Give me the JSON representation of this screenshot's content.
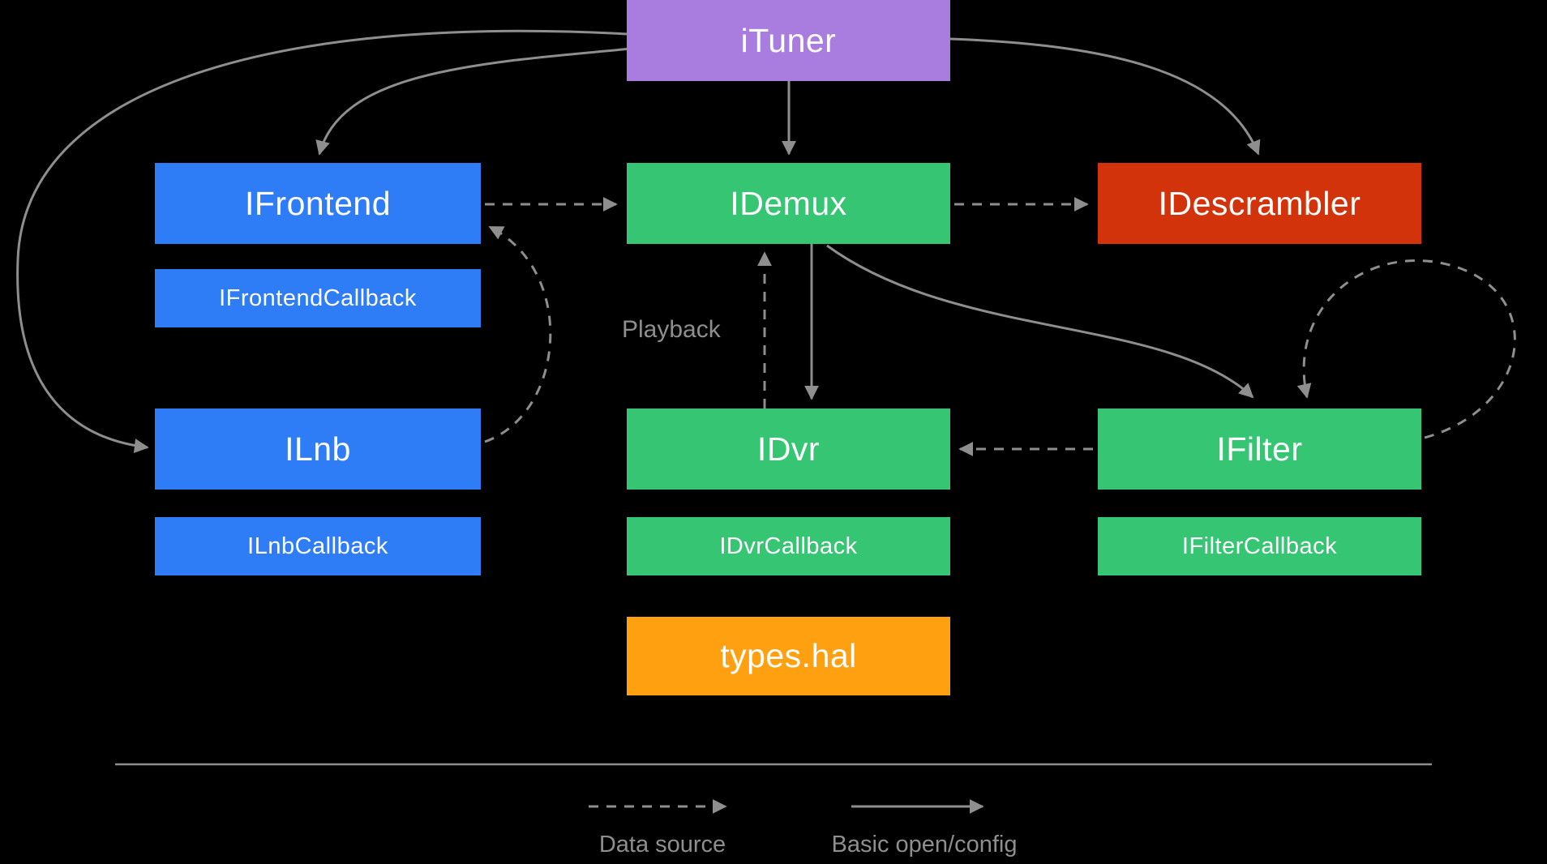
{
  "diagram": {
    "nodes": {
      "ituner": {
        "label": "iTuner",
        "color": "#a97ce0"
      },
      "ifrontend": {
        "label": "IFrontend",
        "color": "#2e7cf6"
      },
      "ifrontend_callback": {
        "label": "IFrontendCallback",
        "color": "#2e7cf6"
      },
      "ilnb": {
        "label": "ILnb",
        "color": "#2e7cf6"
      },
      "ilnb_callback": {
        "label": "ILnbCallback",
        "color": "#2e7cf6"
      },
      "idemux": {
        "label": "IDemux",
        "color": "#35c573"
      },
      "idvr": {
        "label": "IDvr",
        "color": "#35c573"
      },
      "idvr_callback": {
        "label": "IDvrCallback",
        "color": "#35c573"
      },
      "types_hal": {
        "label": "types.hal",
        "color": "#ffa010"
      },
      "idescrambler": {
        "label": "IDescrambler",
        "color": "#d2330b"
      },
      "ifilter": {
        "label": "IFilter",
        "color": "#35c573"
      },
      "ifilter_callback": {
        "label": "IFilterCallback",
        "color": "#35c573"
      }
    },
    "edges": [
      {
        "from": "iTuner",
        "to": "IFrontend",
        "style": "solid",
        "type": "basic_open_config"
      },
      {
        "from": "iTuner",
        "to": "IDemux",
        "style": "solid",
        "type": "basic_open_config"
      },
      {
        "from": "iTuner",
        "to": "IDescrambler",
        "style": "solid",
        "type": "basic_open_config"
      },
      {
        "from": "iTuner",
        "to": "ILnb",
        "style": "solid",
        "type": "basic_open_config"
      },
      {
        "from": "IFrontend",
        "to": "IDemux",
        "style": "dashed",
        "type": "data_source"
      },
      {
        "from": "IDemux",
        "to": "IDescrambler",
        "style": "dashed",
        "type": "data_source"
      },
      {
        "from": "IDemux",
        "to": "IDvr",
        "style": "solid",
        "type": "basic_open_config"
      },
      {
        "from": "IDvr",
        "to": "IDemux",
        "style": "dashed",
        "type": "data_source",
        "label": "Playback"
      },
      {
        "from": "IDemux",
        "to": "IFilter",
        "style": "solid",
        "type": "basic_open_config"
      },
      {
        "from": "IFilter",
        "to": "IDvr",
        "style": "dashed",
        "type": "data_source"
      },
      {
        "from": "IFilter",
        "to": "IFilter",
        "style": "dashed",
        "type": "data_source"
      },
      {
        "from": "ILnb",
        "to": "IFrontend",
        "style": "dashed",
        "type": "data_source"
      }
    ],
    "annotations": {
      "playback": "Playback"
    },
    "legend": {
      "data_source": "Data source",
      "basic_open_config": "Basic open/config"
    },
    "colors": {
      "background": "#000000",
      "arrow_gray": "#8e8e8e",
      "text_white": "#ffffff",
      "purple": "#a97ce0",
      "blue": "#2e7cf6",
      "green": "#35c573",
      "red": "#d2330b",
      "orange": "#ffa010"
    }
  }
}
